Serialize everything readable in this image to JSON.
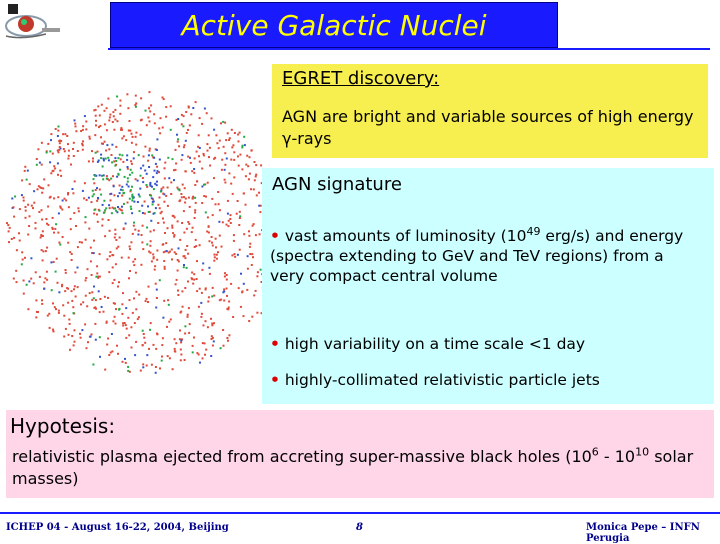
{
  "slide": {
    "title": "Active Galactic Nuclei"
  },
  "egret": {
    "heading": "EGRET discovery:",
    "text": "AGN are bright and variable sources of high energy γ-rays"
  },
  "signature": {
    "heading": "AGN signature",
    "bullet_marker": "•",
    "item1_pre": " vast amounts of luminosity (10",
    "item1_sup": "49",
    "item1_post": " erg/s) and energy (spectra extending to GeV and TeV regions) from a very compact central volume",
    "item2": " high variability on a time scale <1 day",
    "item3": " highly-collimated relativistic particle jets"
  },
  "hypothesis": {
    "heading": "Hypotesis:",
    "text_pre": "relativistic plasma ejected from accreting super-massive black holes (10",
    "exp1": "6",
    "text_mid": " - 10",
    "exp2": "10",
    "text_post": " solar masses)"
  },
  "footer": {
    "left": "ICHEP 04 - August 16-22, 2004, Beijing",
    "center": "8",
    "right": "Monica Pepe – INFN Perugia"
  },
  "colors": {
    "title_bg": "#1a1aff",
    "title_text": "#ffff00",
    "egret_bg": "#f7ee4f",
    "signature_bg": "#ccffff",
    "hypothesis_bg": "#ffd5e8",
    "bullet": "#dd0000"
  },
  "icons": {
    "logo": "conference-logo-icon",
    "sky_map": "egret-sky-map-image"
  }
}
